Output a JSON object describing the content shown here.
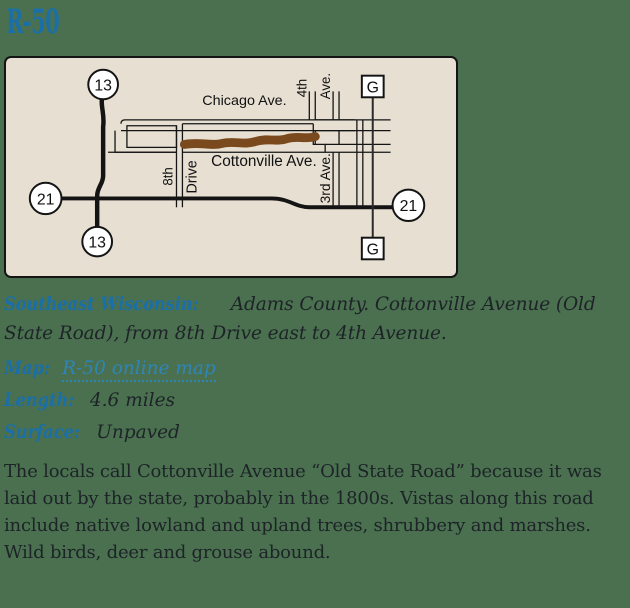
{
  "title": "R-50",
  "colors": {
    "accent_blue": "#1a6fa8",
    "link_blue": "#2e86b8",
    "map_background": "#e6dfd2",
    "route_brown": "#7a4a1e",
    "road_black": "#141414",
    "page_background": "#4a7050",
    "text_dark": "#1d2327"
  },
  "map": {
    "street_labels": [
      {
        "text": "Chicago Ave.",
        "orientation": "horizontal"
      },
      {
        "text": "Cottonville Ave.",
        "orientation": "horizontal"
      },
      {
        "text": "8th",
        "orientation": "vertical"
      },
      {
        "text": "Drive",
        "orientation": "vertical"
      },
      {
        "text": "4th",
        "orientation": "vertical"
      },
      {
        "text": "Ave.",
        "orientation": "vertical"
      },
      {
        "text": "3rd Ave.",
        "orientation": "vertical"
      }
    ],
    "markers": [
      {
        "id": "marker-13-top",
        "label": "13",
        "shape": "circle"
      },
      {
        "id": "marker-13-bottom",
        "label": "13",
        "shape": "circle"
      },
      {
        "id": "marker-21-left",
        "label": "21",
        "shape": "circle"
      },
      {
        "id": "marker-21-right",
        "label": "21",
        "shape": "circle"
      },
      {
        "id": "marker-g-top",
        "label": "G",
        "shape": "square"
      },
      {
        "id": "marker-g-bottom",
        "label": "G",
        "shape": "square"
      }
    ],
    "highlighted_route": "Cottonville Avenue"
  },
  "description": {
    "region_label": "Southeast Wisconsin:",
    "region_text": " Adams County. Cottonville Avenue (Old State Road), from 8th Drive east to 4th Avenue."
  },
  "fields": [
    {
      "label": "Map:",
      "value": "R-50 online map",
      "is_link": true
    },
    {
      "label": "Length:",
      "value": "4.6 miles",
      "is_link": false
    },
    {
      "label": "Surface:",
      "value": "Unpaved",
      "is_link": false
    }
  ],
  "body": "The locals call Cottonville Avenue “Old State Road” because it was laid out by the state, probably in the 1800s. Vistas along this road include native lowland and upland trees, shrubbery and marshes. Wild birds, deer and grouse abound."
}
